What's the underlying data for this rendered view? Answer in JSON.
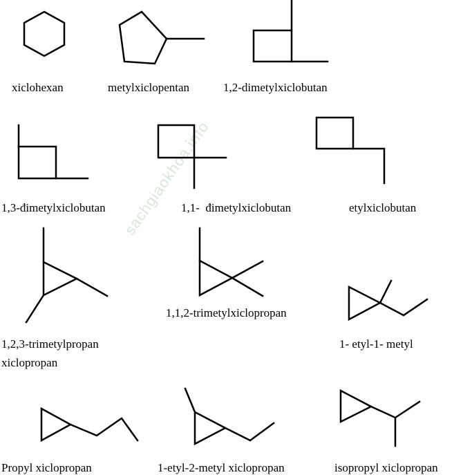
{
  "watermark": "sachgiaokhoa.info",
  "structures": [
    {
      "id": "xiclohexan",
      "label": "xiclohexan"
    },
    {
      "id": "metylxiclopentan",
      "label": "metylxiclopentan"
    },
    {
      "id": "12-dimetylxiclobutan",
      "label": "1,2-dimetylxiclobutan"
    },
    {
      "id": "13-dimetylxiclobutan",
      "label": "1,3-đimetylxiclobutan"
    },
    {
      "id": "11-dimetylxiclobutan",
      "label": "1,1-  đimetylxiclobutan"
    },
    {
      "id": "etylxiclobutan",
      "label": "etylxiclobutan"
    },
    {
      "id": "123-trimetylpropan",
      "label": "1,2,3-trimetylpropan",
      "label2": "xiclopropan"
    },
    {
      "id": "112-trimetylxiclopropan",
      "label": "1,1,2-trimetylxiclopropan"
    },
    {
      "id": "1-etyl-1-metyl",
      "label": "1- etyl-1- metyl"
    },
    {
      "id": "propyl-xiclopropan",
      "label": "Propyl xiclopropan"
    },
    {
      "id": "1-etyl-2-metyl-xiclopropan",
      "label": "1-etyl-2-metyl xiclopropan"
    },
    {
      "id": "isopropyl-xiclopropan",
      "label": "isopropyl xiclopropan"
    }
  ],
  "colors": {
    "ink": "#000000",
    "watermark": "#b9d7b9"
  }
}
